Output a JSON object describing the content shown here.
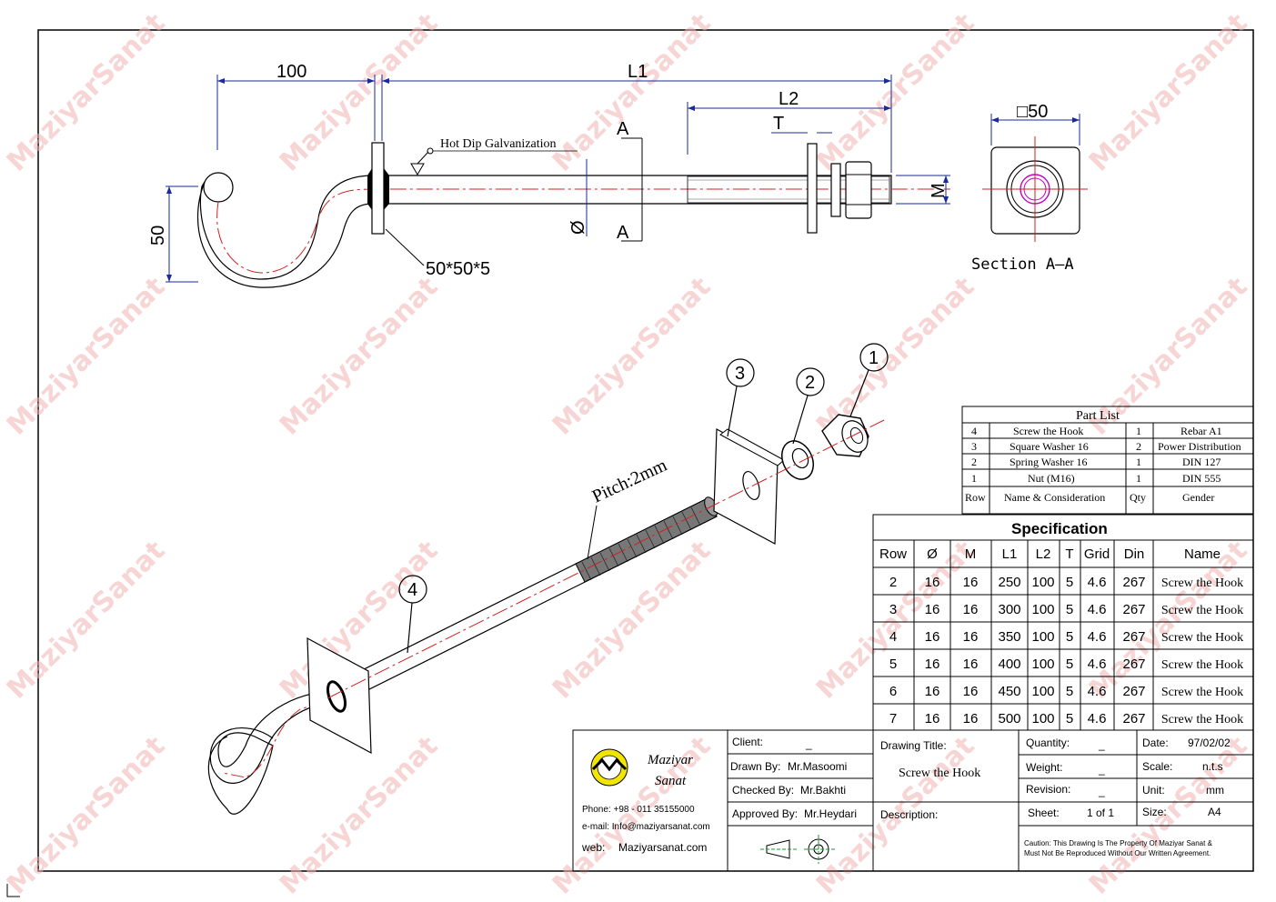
{
  "watermark": "MaziyarSanat",
  "dimensions": {
    "hook_offset": "100",
    "length": "L1",
    "thread_length": "L2",
    "thread_part": "T",
    "hook_height": "50",
    "plate": "50*50*5",
    "diameter": "Ø",
    "thread": "M",
    "square": "□50",
    "section_mark": "A"
  },
  "notes": {
    "galvanization": "Hot Dip Galvanization",
    "pitch": "Pitch:2mm",
    "section_title": "Section A—A"
  },
  "balloons": [
    "1",
    "2",
    "3",
    "4"
  ],
  "part_list": {
    "title": "Part List",
    "rows": [
      {
        "row": "4",
        "name": "Screw the Hook",
        "qty": "1",
        "gender": "Rebar A1"
      },
      {
        "row": "3",
        "name": "Square Washer 16",
        "qty": "2",
        "gender": "Power Distribution"
      },
      {
        "row": "2",
        "name": "Spring Washer 16",
        "qty": "1",
        "gender": "DIN 127"
      },
      {
        "row": "1",
        "name": "Nut (M16)",
        "qty": "1",
        "gender": "DIN 555"
      }
    ],
    "headers": {
      "row": "Row",
      "name": "Name & Consideration",
      "qty": "Qty",
      "gender": "Gender"
    }
  },
  "specification": {
    "title": "Specification",
    "headers": [
      "Row",
      "Ø",
      "M",
      "L1",
      "L2",
      "T",
      "Grid",
      "Din",
      "Name"
    ],
    "rows": [
      [
        "2",
        "16",
        "16",
        "250",
        "100",
        "5",
        "4.6",
        "267",
        "Screw the Hook"
      ],
      [
        "3",
        "16",
        "16",
        "300",
        "100",
        "5",
        "4.6",
        "267",
        "Screw the Hook"
      ],
      [
        "4",
        "16",
        "16",
        "350",
        "100",
        "5",
        "4.6",
        "267",
        "Screw the Hook"
      ],
      [
        "5",
        "16",
        "16",
        "400",
        "100",
        "5",
        "4.6",
        "267",
        "Screw the Hook"
      ],
      [
        "6",
        "16",
        "16",
        "450",
        "100",
        "5",
        "4.6",
        "267",
        "Screw the Hook"
      ],
      [
        "7",
        "16",
        "16",
        "500",
        "100",
        "5",
        "4.6",
        "267",
        "Screw the Hook"
      ]
    ]
  },
  "title_block": {
    "company_line1": "Maziyar",
    "company_line2": "Sanat",
    "phone": "Phone: +98 - 011 35155000",
    "email": "e-mail:  Info@maziyarsanat.com",
    "web_label": "web:",
    "web": "Maziyarsanat.com",
    "client_label": "Client:",
    "client": "_",
    "drawn_label": "Drawn By:",
    "drawn": "Mr.Masoomi",
    "checked_label": "Checked By:",
    "checked": "Mr.Bakhti",
    "approved_label": "Approved By:",
    "approved": "Mr.Heydari",
    "drawing_title_label": "Drawing Title:",
    "drawing_title": "Screw the Hook",
    "description_label": "Description:",
    "quantity_label": "Quantity:",
    "quantity": "_",
    "weight_label": "Weight:",
    "weight": "_",
    "revision_label": "Revision:",
    "revision": "_",
    "sheet_label": "Sheet:",
    "sheet": "1 of 1",
    "date_label": "Date:",
    "date": "97/02/02",
    "scale_label": "Scale:",
    "scale": "n.t.s",
    "unit_label": "Unit:",
    "unit": "mm",
    "size_label": "Size:",
    "size": "A4",
    "caution_line1": "Caution: This Drawing Is The Property Of Maziyar Sanat &",
    "caution_line2": "Must Not Be Reproduced Without Our Written Agreement."
  },
  "colors": {
    "line": "#000000",
    "centerline": "#d02020",
    "dimension": "#1a2a9a",
    "watermark": "#f4b4b4",
    "logo": "#f2e600"
  }
}
